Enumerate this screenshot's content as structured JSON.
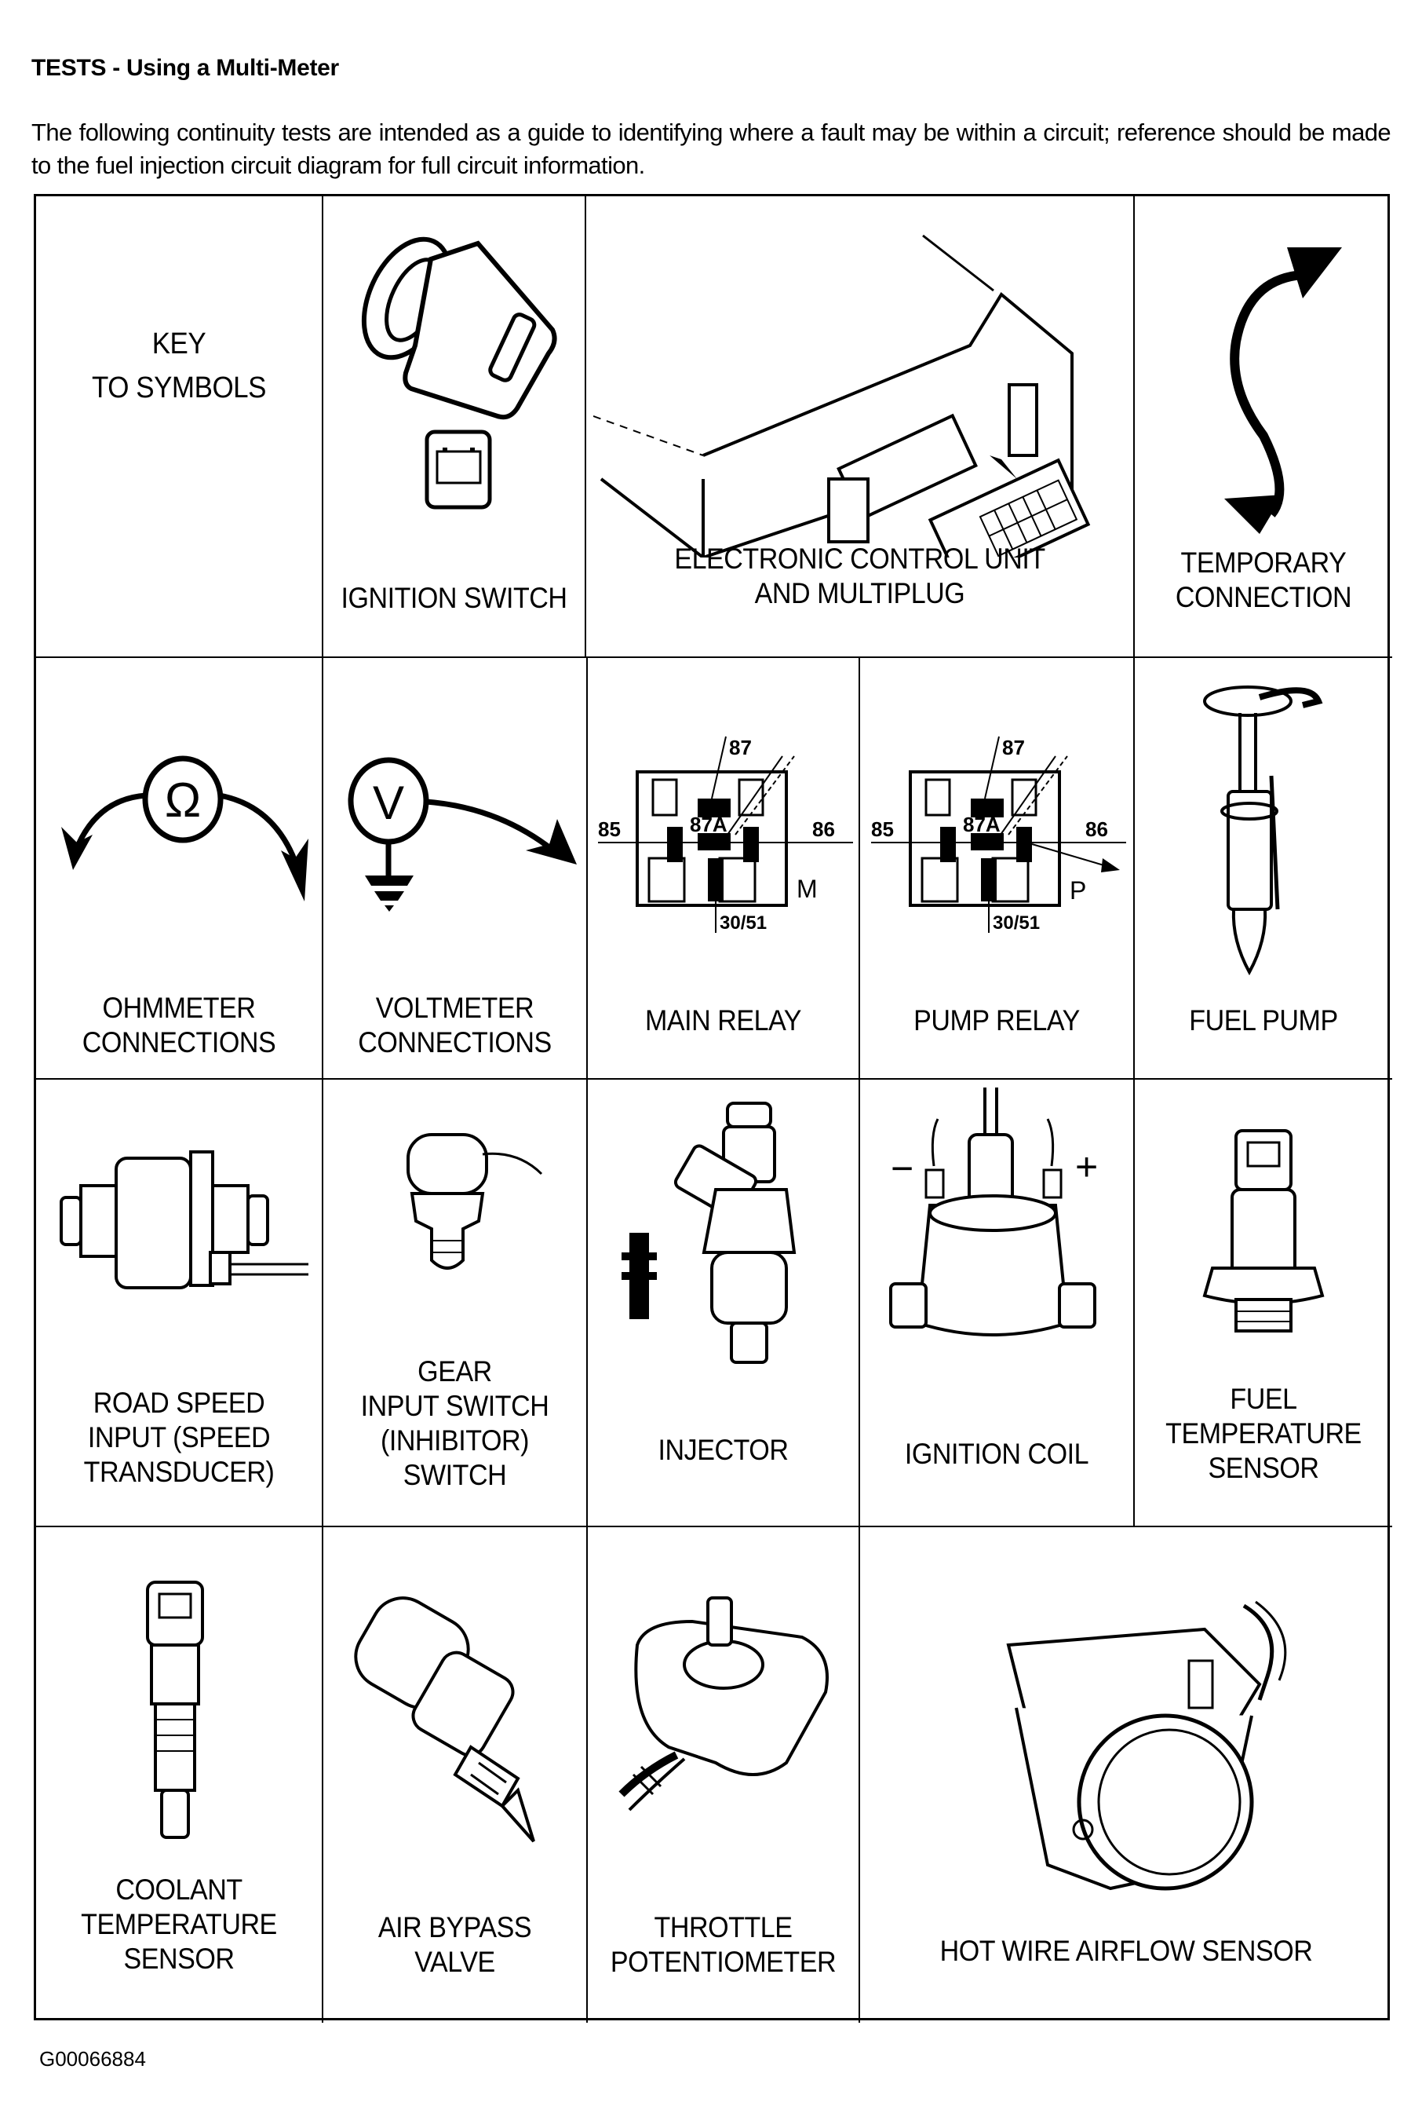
{
  "heading": "TESTS - Using a Multi-Meter",
  "intro": "The following continuity tests are intended as a guide to identifying where a fault may be within a circuit; reference should be made to the fuel injection circuit diagram for full circuit information.",
  "key_title": "KEY\nTO SYMBOLS",
  "symbols": {
    "ignition_switch": "IGNITION SWITCH",
    "ecu": "ELECTRONIC CONTROL UNIT\nAND MULTIPLUG",
    "temporary_connection": "TEMPORARY\nCONNECTION",
    "ohmmeter": "OHMMETER\nCONNECTIONS",
    "voltmeter": "VOLTMETER\nCONNECTIONS",
    "main_relay": "MAIN RELAY",
    "pump_relay": "PUMP RELAY",
    "fuel_pump": "FUEL PUMP",
    "road_speed": "ROAD SPEED\nINPUT (SPEED\nTRANSDUCER)",
    "gear_input": "GEAR\nINPUT SWITCH\n(INHIBITOR)\nSWITCH",
    "injector": "INJECTOR",
    "ignition_coil": "IGNITION COIL",
    "fuel_temp": "FUEL\nTEMPERATURE\nSENSOR",
    "coolant_temp": "COOLANT\nTEMPERATURE\nSENSOR",
    "air_bypass": "AIR BYPASS\nVALVE",
    "throttle_pot": "THROTTLE\nPOTENTIOMETER",
    "hot_wire": "HOT WIRE AIRFLOW SENSOR"
  },
  "relay_terminals": {
    "t87": "87",
    "t87a": "87A",
    "t85": "85",
    "t86": "86",
    "t30": "30/51",
    "main_mark": "M",
    "pump_mark": "P"
  },
  "meter_symbols": {
    "ohm": "Ω",
    "volt": "V"
  },
  "coil_polarity": {
    "minus": "−",
    "plus": "+"
  },
  "footer_code": "G00066884"
}
